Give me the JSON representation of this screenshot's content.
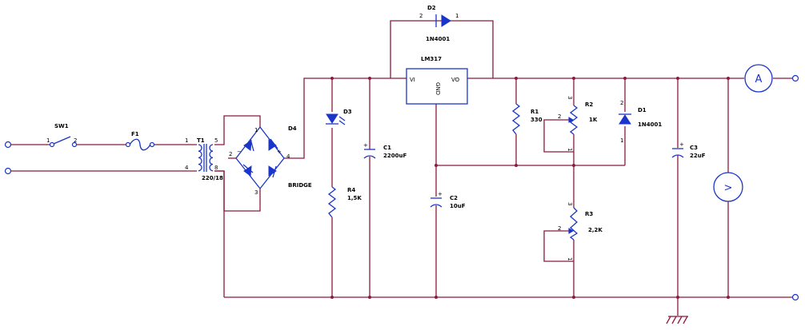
{
  "components": {
    "sw1": {
      "ref": "SW1",
      "pin1": "1",
      "pin2": "2"
    },
    "f1": {
      "ref": "F1"
    },
    "t1": {
      "ref": "T1",
      "value": "220/18",
      "pin1": "1",
      "pin4": "4",
      "pin5": "5",
      "pin8": "8"
    },
    "d4": {
      "ref": "D4",
      "value": "BRIDGE",
      "pin1": "1",
      "pin2": "2",
      "pin3": "3",
      "pin4": "4",
      "minus": "−",
      "plus": "+"
    },
    "d3": {
      "ref": "D3"
    },
    "r4": {
      "ref": "R4",
      "value": "1,5K"
    },
    "c1": {
      "ref": "C1",
      "value": "2200uF"
    },
    "d2": {
      "ref": "D2",
      "value": "1N4001",
      "pin1": "1",
      "pin2": "2"
    },
    "u1": {
      "value": "LM317",
      "vi": "VI",
      "vo": "VO",
      "gnd": "GND"
    },
    "c2": {
      "ref": "C2",
      "value": "10uF"
    },
    "r1": {
      "ref": "R1",
      "value": "330"
    },
    "r2": {
      "ref": "R2",
      "value": "1K",
      "pin1": "1",
      "pin2": "2",
      "pin3": "3"
    },
    "d1": {
      "ref": "D1",
      "value": "1N4001",
      "pin1": "1",
      "pin2": "2"
    },
    "r3": {
      "ref": "R3",
      "value": "2,2K",
      "pin1": "1",
      "pin2": "2",
      "pin3": "3"
    },
    "c3": {
      "ref": "C3",
      "value": "22uF"
    },
    "ammeter": {
      "symbol": "A"
    },
    "voltmeter": {
      "symbol": ">"
    }
  },
  "colors": {
    "wire": "#8b1a3c",
    "component": "#1a35c9",
    "text": "#000000"
  }
}
